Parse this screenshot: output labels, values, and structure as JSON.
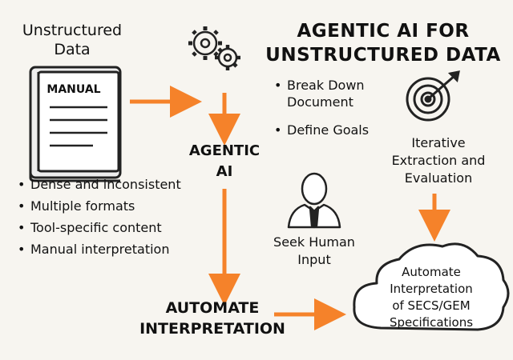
{
  "left_title": "Unstructured\nData",
  "manual_label": "MANUAL",
  "left_bullets": [
    "Dense and inconsistent",
    "Multiple formats",
    "Tool-specific content",
    "Manual interpretation"
  ],
  "agentic_label": "AGENTIC\nAI",
  "automate_label": "AUTOMATE\nINTERPRETATION",
  "main_title": "AGENTIC AI FOR\nUNSTRUCTURED DATA",
  "steps": [
    "Break Down Document",
    "Define Goals"
  ],
  "iterative_label": "Iterative\nExtraction and\nEvaluation",
  "seek_label": "Seek Human\nInput",
  "cloud_label": "Automate\nInterpretation\nof SECS/GEM\nSpecifications",
  "colors": {
    "accent": "#f5822a",
    "ink": "#222222",
    "background": "#f7f5f0"
  },
  "icons": [
    "manual-book-icon",
    "gears-icon",
    "target-arrow-icon",
    "person-icon",
    "cloud-icon"
  ]
}
